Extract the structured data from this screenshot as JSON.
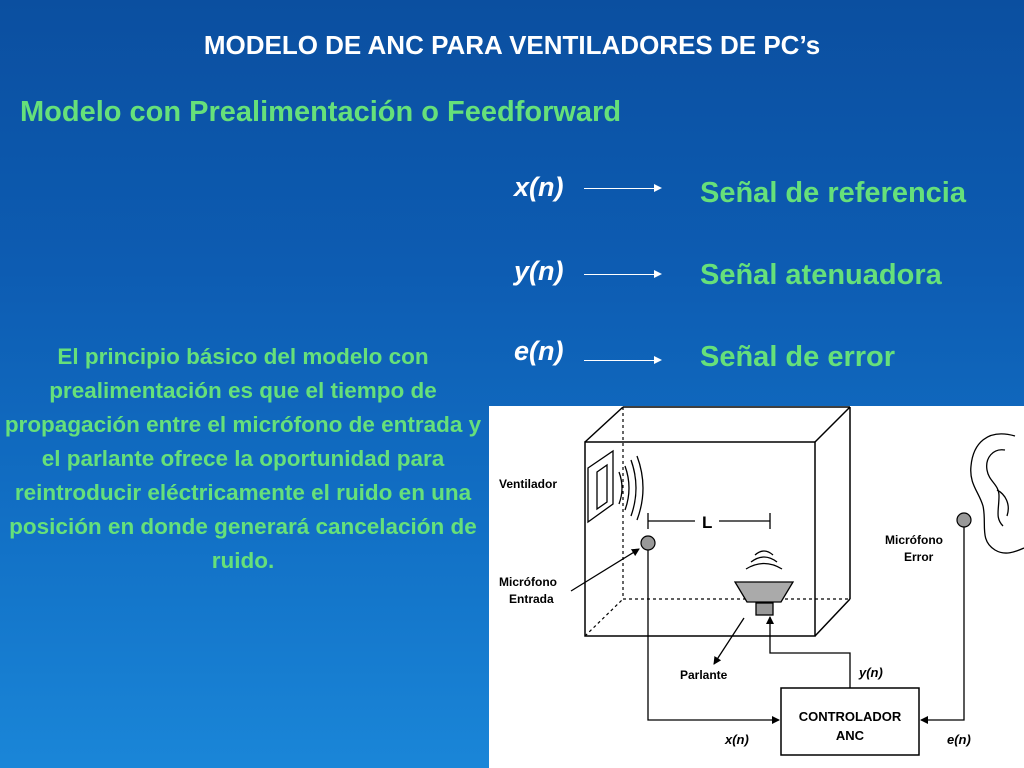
{
  "title": "MODELO DE ANC PARA VENTILADORES DE PC’s",
  "subtitle": "Modelo con Prealimentación o Feedforward",
  "signals": [
    {
      "symbol": "x(n)",
      "description": "Señal de referencia"
    },
    {
      "symbol": "y(n)",
      "description": "Señal atenuadora"
    },
    {
      "symbol": "e(n)",
      "description": "Señal de error"
    }
  ],
  "paragraph": "El principio básico del modelo con prealimentación es que el tiempo de propagación entre el micrófono de entrada y el parlante ofrece la oportunidad para reintroducir eléctricamente el ruido en una posición en donde generará cancelación de ruido.",
  "diagram": {
    "ventilador": "Ventilador",
    "mic_input": [
      "Micrófono",
      "Entrada"
    ],
    "distance": "L",
    "mic_error": [
      "Micrófono",
      "Error"
    ],
    "speaker": "Parlante",
    "controller": [
      "CONTROLADOR",
      "ANC"
    ],
    "x_signal": "x(n)",
    "y_signal": "y(n)",
    "e_signal": "e(n)"
  },
  "colors": {
    "background_top": "#0b4fa0",
    "background_bottom": "#1a86d8",
    "accent_green": "#66e07a",
    "title_white": "#ffffff"
  }
}
